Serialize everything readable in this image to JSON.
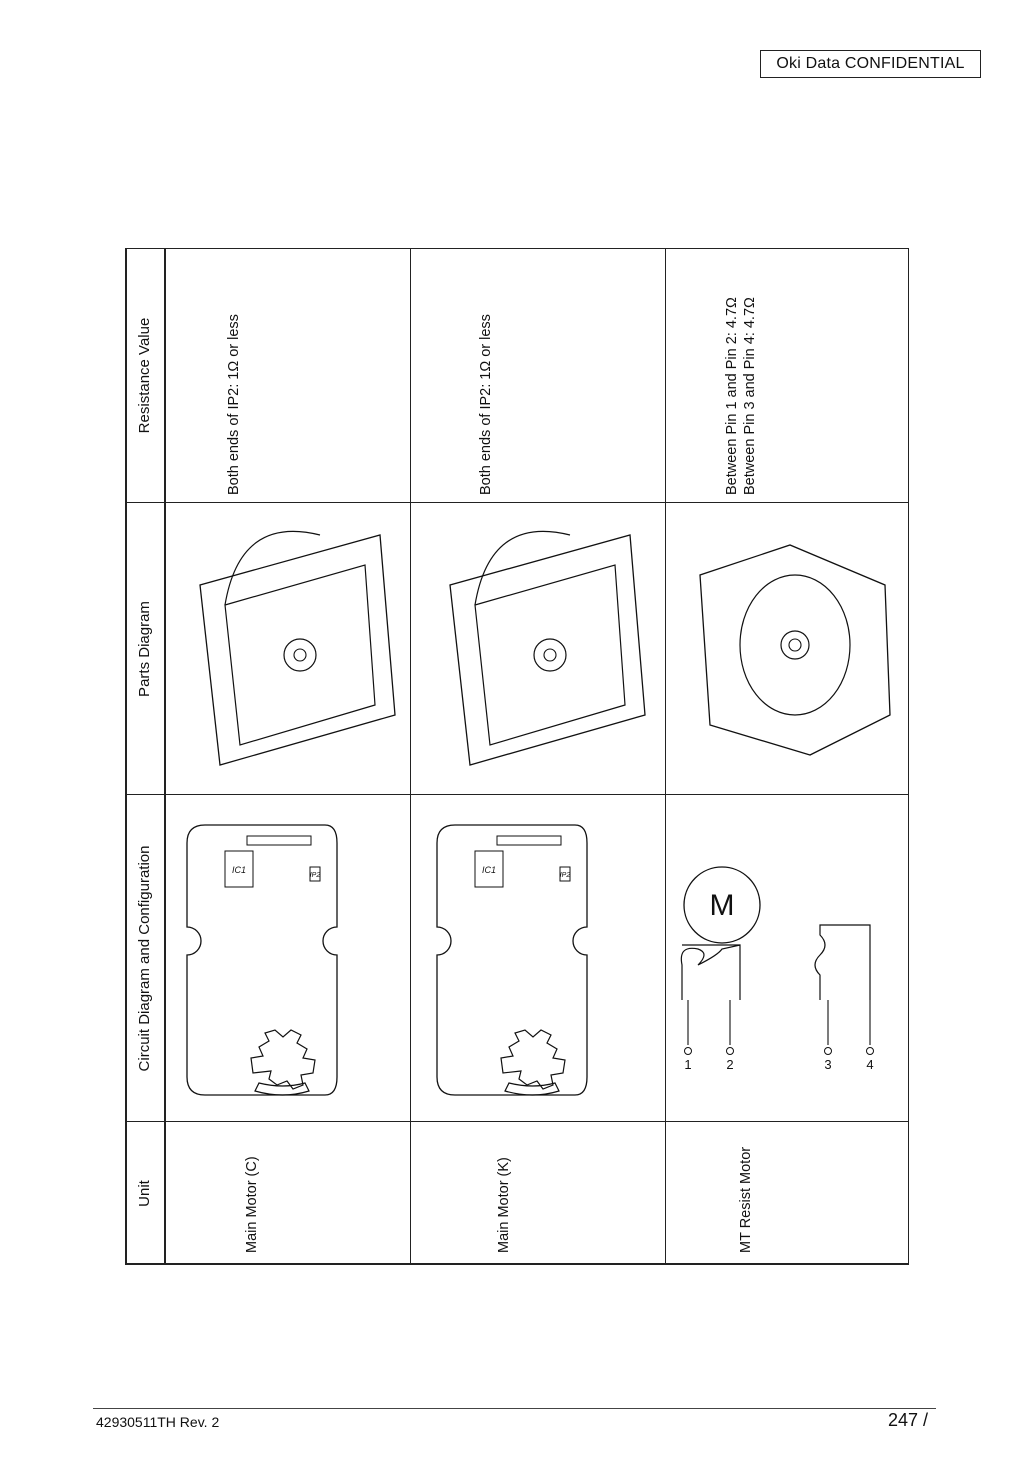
{
  "header": {
    "confidential": "Oki Data CONFIDENTIAL"
  },
  "table": {
    "columns": [
      "Unit",
      "Circuit Diagram and Configuration",
      "Parts Diagram",
      "Resistance Value"
    ],
    "rows": [
      {
        "unit": "Main Motor (C)",
        "board_ip_label": "IP2",
        "board_ic_label": "IC1",
        "resistance": [
          "Both ends of IP2: 1Ω or less"
        ]
      },
      {
        "unit": "Main Motor (K)",
        "board_ip_label": "IP2",
        "board_ic_label": "IC1",
        "resistance": [
          "Both ends of IP2: 1Ω or less"
        ]
      },
      {
        "unit": "MT Resist Motor",
        "motor_symbol": "M",
        "pins": [
          "1",
          "2",
          "3",
          "4"
        ],
        "resistance": [
          "Between Pin 1 and Pin 2: 4.7Ω",
          "Between Pin 3 and Pin 4: 4.7Ω"
        ]
      }
    ]
  },
  "footer": {
    "doc_id": "42930511TH  Rev. 2",
    "page": "247 /"
  }
}
